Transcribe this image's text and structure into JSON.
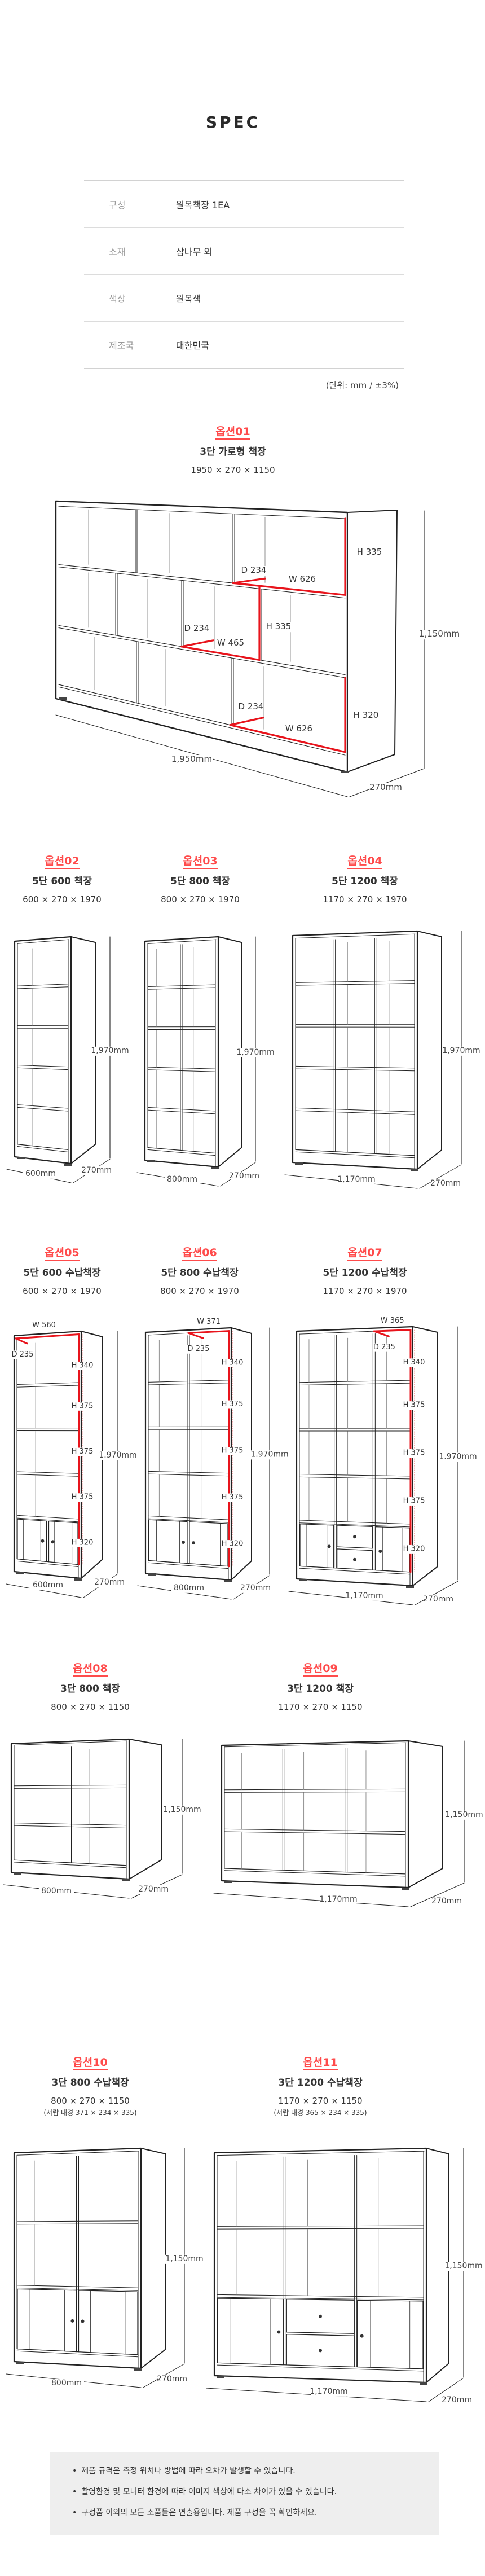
{
  "spec": {
    "title": "SPEC",
    "rows": [
      {
        "label": "구성",
        "value": "원목책장 1EA"
      },
      {
        "label": "소재",
        "value": "삼나무 외"
      },
      {
        "label": "색상",
        "value": "원목색"
      },
      {
        "label": "제조국",
        "value": "대한민국"
      }
    ],
    "unit_note": "(단위: mm / ±3%)"
  },
  "colors": {
    "accent": "#ff4b4b",
    "measure": "#e8141c",
    "line": "#222222",
    "note_bg": "#eeeeee"
  },
  "options": [
    {
      "tag": "옵션01",
      "name": "3단 가로형 책장",
      "dims": "1950 × 270 × 1150",
      "width_label": "1,950mm",
      "depth_label": "270mm",
      "height_label": "1,150mm",
      "measures": [
        "H 335",
        "D 234",
        "W 626",
        "H 335",
        "D 234",
        "W 465",
        "D 234",
        "W 626",
        "H 320"
      ]
    },
    {
      "tag": "옵션02",
      "name": "5단 600 책장",
      "dims": "600 × 270 × 1970",
      "width_label": "600mm",
      "depth_label": "270mm",
      "height_label": "1,970mm"
    },
    {
      "tag": "옵션03",
      "name": "5단 800 책장",
      "dims": "800 × 270 × 1970",
      "width_label": "800mm",
      "depth_label": "270mm",
      "height_label": "1,970mm"
    },
    {
      "tag": "옵션04",
      "name": "5단 1200 책장",
      "dims": "1170 × 270 × 1970",
      "width_label": "1,170mm",
      "depth_label": "270mm",
      "height_label": "1,970mm"
    },
    {
      "tag": "옵션05",
      "name": "5단 600 수납책장",
      "dims": "600 × 270 × 1970",
      "width_label": "600mm",
      "depth_label": "270mm",
      "height_label": "1.970mm",
      "measures": [
        "W 560",
        "D 235",
        "H 340",
        "H 375",
        "H 375",
        "H 375",
        "H 320"
      ]
    },
    {
      "tag": "옵션06",
      "name": "5단 800 수납책장",
      "dims": "800 × 270 × 1970",
      "width_label": "800mm",
      "depth_label": "270mm",
      "height_label": "1.970mm",
      "measures": [
        "W 371",
        "D 235",
        "H 340",
        "H 375",
        "H 375",
        "H 375",
        "H 320"
      ]
    },
    {
      "tag": "옵션07",
      "name": "5단 1200 수납책장",
      "dims": "1170 × 270 × 1970",
      "width_label": "1,170mm",
      "depth_label": "270mm",
      "height_label": "1.970mm",
      "measures": [
        "W 365",
        "D 235",
        "H 340",
        "H 375",
        "H 375",
        "H 375",
        "H 320"
      ]
    },
    {
      "tag": "옵션08",
      "name": "3단 800 책장",
      "dims": "800 × 270 × 1150",
      "width_label": "800mm",
      "depth_label": "270mm",
      "height_label": "1,150mm"
    },
    {
      "tag": "옵션09",
      "name": "3단 1200 책장",
      "dims": "1170 × 270 × 1150",
      "width_label": "1,170mm",
      "depth_label": "270mm",
      "height_label": "1,150mm"
    },
    {
      "tag": "옵션10",
      "name": "3단 800 수납책장",
      "dims": "800 × 270 × 1150",
      "note": "(서랍 내경 371 × 234 × 335)",
      "width_label": "800mm",
      "depth_label": "270mm",
      "height_label": "1,150mm"
    },
    {
      "tag": "옵션11",
      "name": "3단 1200 수납책장",
      "dims": "1170 × 270 × 1150",
      "note": "(서랍 내경 365 × 234 × 335)",
      "width_label": "1,170mm",
      "depth_label": "270mm",
      "height_label": "1,150mm"
    }
  ],
  "notes": [
    "제품 규격은 측정 위치나 방법에 따라 오차가 발생할 수 있습니다.",
    "촬영환경 및 모니터 환경에 따라 이미지 색상에 다소 차이가 있을 수 있습니다.",
    "구성품 이외의 모든 소품들은 연출용입니다. 제품 구성을 꼭 확인하세요."
  ]
}
